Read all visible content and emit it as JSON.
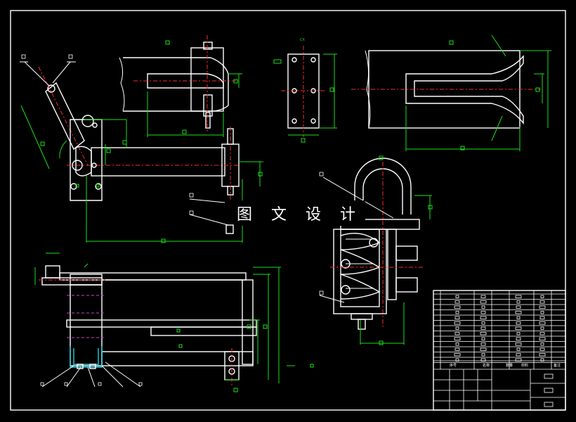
{
  "watermark": "图 文 设 计",
  "colors": {
    "background": "#000000",
    "outline": "#ffffff",
    "centerline": "#ff2a2a",
    "dimension": "#19e019",
    "cyan": "#20d0e0",
    "magenta": "#d040d0"
  },
  "title_block": {
    "labels": [
      "序号",
      "名称",
      "数量",
      "材料",
      "备注"
    ]
  }
}
